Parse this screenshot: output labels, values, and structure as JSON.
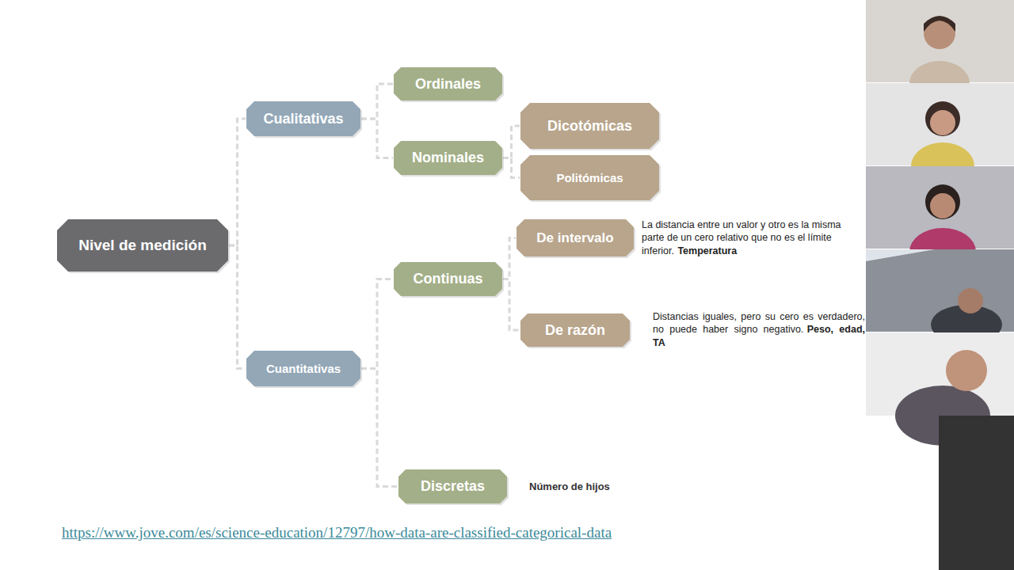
{
  "diagram": {
    "nodes": [
      {
        "text": [
          "Nivel de medición"
        ]
      },
      {
        "text": [
          "Cualitativas"
        ]
      },
      {
        "text": [
          "Ordinales"
        ]
      },
      {
        "text": [
          "Nominales"
        ]
      },
      {
        "text": [
          "Dicotómicas"
        ]
      },
      {
        "text": [
          "Politómicas"
        ]
      },
      {
        "text": [
          "Cuantitativas"
        ]
      },
      {
        "text": [
          "Continuas"
        ]
      },
      {
        "text": [
          "De intervalo"
        ]
      },
      {
        "text": [
          "De razón"
        ]
      },
      {
        "text": [
          "Discretas"
        ]
      }
    ],
    "edges": [
      {
        "from": 0,
        "to": 1,
        "arrow": "none"
      },
      {
        "from": 0,
        "to": 6,
        "arrow": "none"
      },
      {
        "from": 1,
        "to": 2,
        "arrow": "none"
      },
      {
        "from": 1,
        "to": 3,
        "arrow": "none"
      },
      {
        "from": 3,
        "to": 4,
        "arrow": "none"
      },
      {
        "from": 3,
        "to": 5,
        "arrow": "none"
      },
      {
        "from": 6,
        "to": 7,
        "arrow": "none"
      },
      {
        "from": 6,
        "to": 10,
        "arrow": "none"
      },
      {
        "from": 7,
        "to": 8,
        "arrow": "none"
      },
      {
        "from": 7,
        "to": 9,
        "arrow": "none"
      }
    ],
    "labels": [
      "La distancia entre un valor y otro es la misma parte de un cero relativo que no es el límite inferior.",
      "Temperatura",
      "Distancias iguales, pero su cero es verdadero, no puede haber signo negativo.",
      "Peso, edad, TA",
      "Número de hijos",
      "https://www.jove.com/es/science-education/12797/how-data-are-classified-categorical-data"
    ]
  }
}
